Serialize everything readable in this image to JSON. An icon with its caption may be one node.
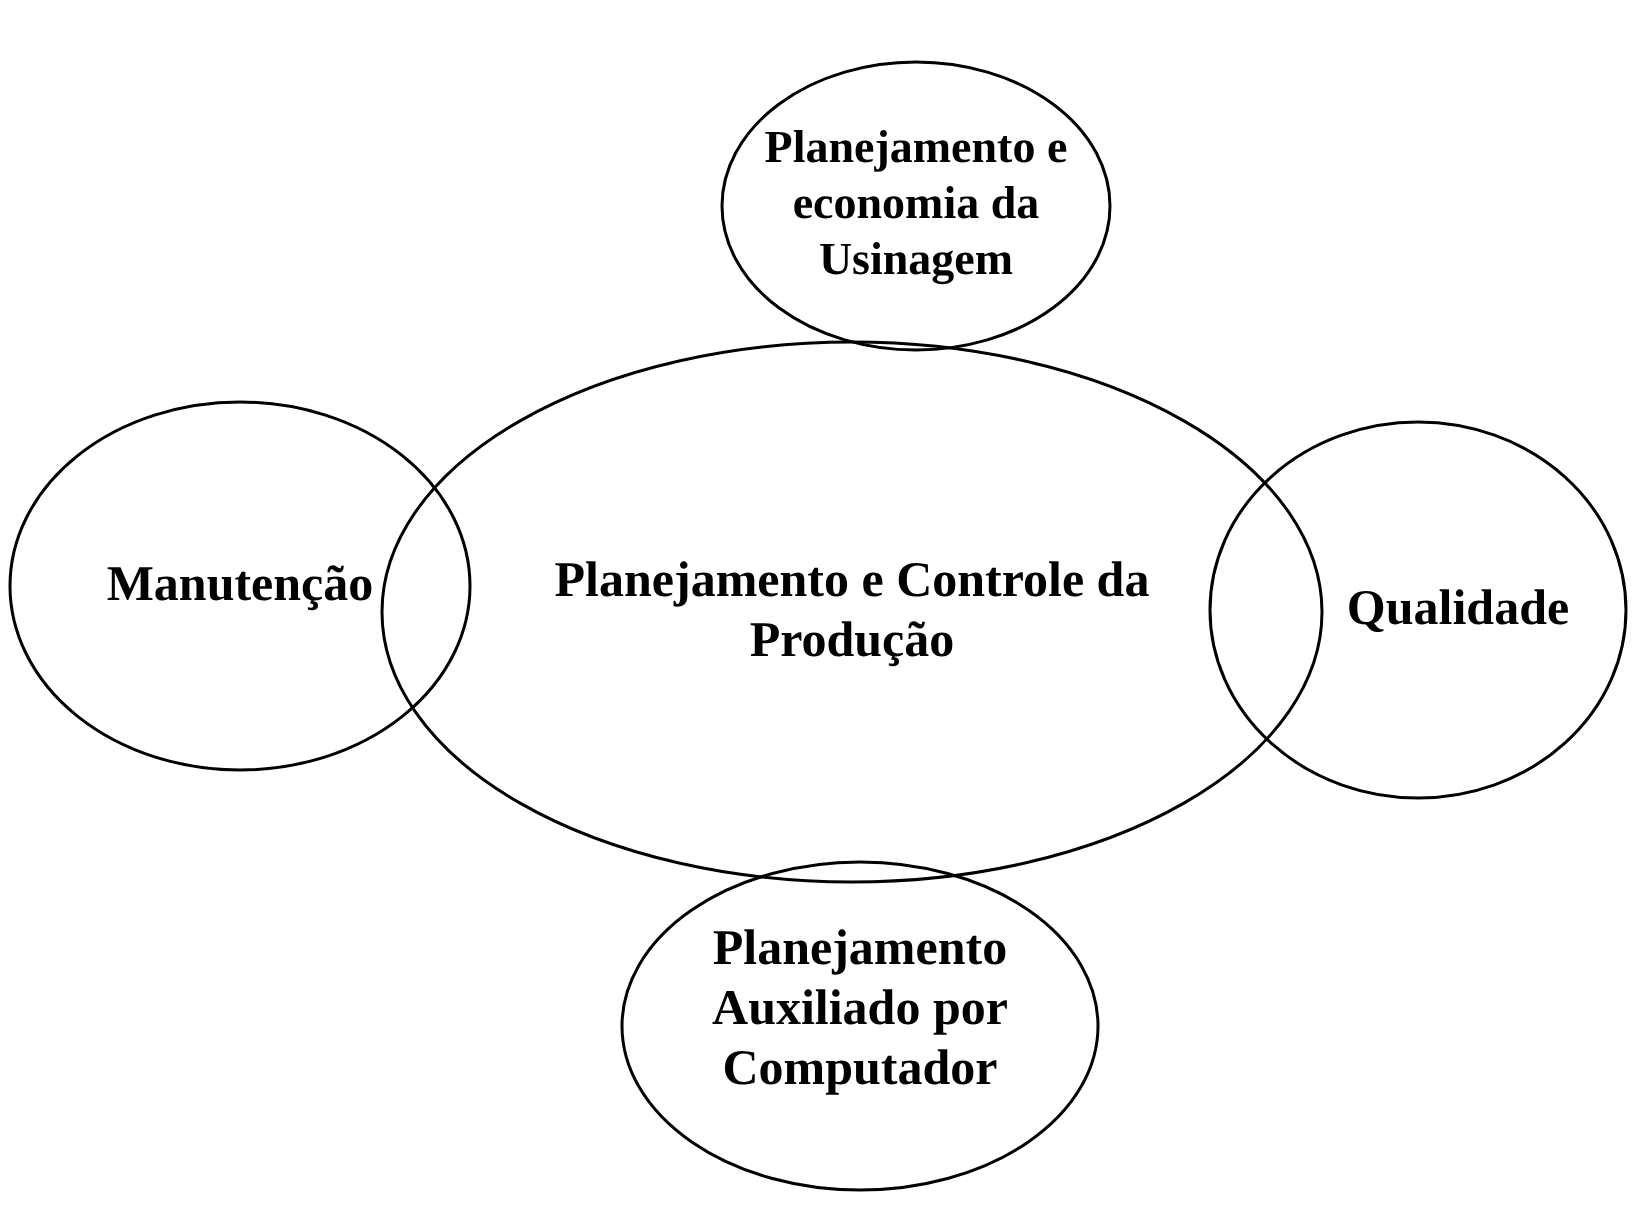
{
  "diagram": {
    "nodes": [
      {
        "text": [
          "Planejamento e economia da Usinagem"
        ]
      },
      {
        "text": [
          "Manutenção"
        ]
      },
      {
        "text": [
          "Planejamento e Controle da Produção"
        ]
      },
      {
        "text": [
          "Qualidade"
        ]
      },
      {
        "text": [
          "Planejamento Auxiliado por Computador"
        ]
      }
    ]
  }
}
